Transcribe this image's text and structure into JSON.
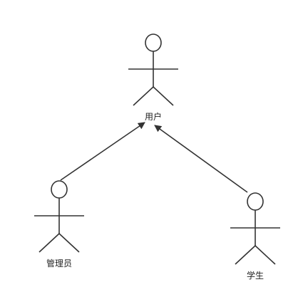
{
  "diagram": {
    "type": "use-case-actor-generalization",
    "colors": {
      "line": "#333333",
      "background": "#ffffff",
      "text": "#222222"
    },
    "actors": [
      {
        "id": "user",
        "label": "用户"
      },
      {
        "id": "admin",
        "label": "管理员"
      },
      {
        "id": "student",
        "label": "学生"
      }
    ],
    "relations": [
      {
        "from": "admin",
        "to": "user",
        "kind": "generalization"
      },
      {
        "from": "student",
        "to": "user",
        "kind": "generalization"
      }
    ]
  }
}
